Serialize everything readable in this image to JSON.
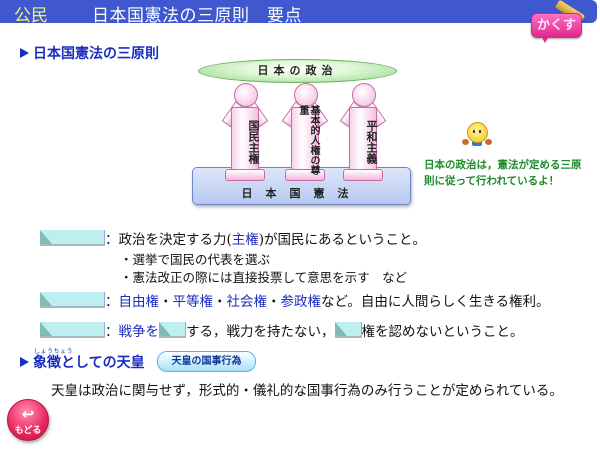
{
  "header": {
    "subject": "公民",
    "title": "日本国憲法の三原則　要点",
    "hide_button": "かくす",
    "bar_color": "#3f58d0"
  },
  "section1": {
    "heading": "日本国憲法の三原則"
  },
  "diagram": {
    "top_label": "日本の政治",
    "base_label": "日本国憲法",
    "pillars": [
      {
        "label": "国民主権"
      },
      {
        "label": "基本的人権の尊重"
      },
      {
        "label": "平和主義"
      }
    ]
  },
  "mascot": {
    "icon": "mascot-character",
    "speech": "日本の政治は，憲法が定める三原則に従って行われているよ！"
  },
  "principles": {
    "popular_sovereignty": {
      "text_a": "：政治を決定する力(",
      "term": "主権",
      "text_b": ")が国民にあるということ。",
      "bullets": [
        "・選挙で国民の代表を選ぶ",
        "・憲法改正の際には直接投票して意思を示す　など"
      ]
    },
    "human_rights": {
      "colon": "：",
      "rights": [
        "自由権",
        "平等権",
        "社会権",
        "参政権"
      ],
      "separator": "・",
      "text_tail": "など。自由に人間らしく生きる権利。"
    },
    "pacifism": {
      "colon": "：",
      "term_a": "戦争を",
      "text_b": "する，戦力を持たない，",
      "text_c": "権を認めないということ。"
    }
  },
  "section2": {
    "heading": "象徴としての天皇",
    "ruby": "しょうちょう",
    "acts_button": "天皇の国事行為",
    "text": "天皇は政治に関与せず，形式的・儀礼的な国事行為のみ行うことが定められている。"
  },
  "nav": {
    "back_button": "もどる",
    "back_icon": "return-arrow"
  },
  "colors": {
    "accent_blue": "#1a2dbf",
    "green_text": "#1e8a2c",
    "blank_fill": "#bdeef0",
    "pink_button": "#e8245e"
  }
}
